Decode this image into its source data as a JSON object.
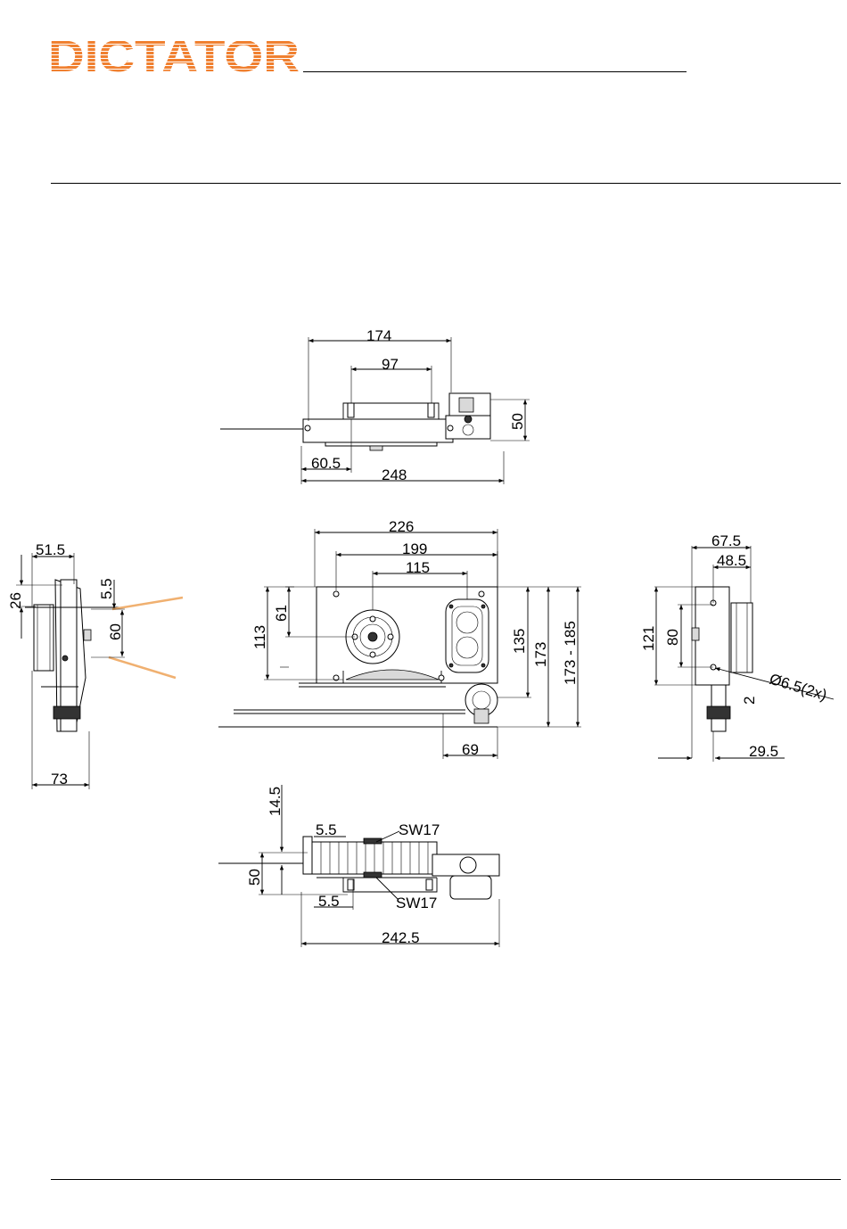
{
  "brand": {
    "logo_text": "DICTATOR",
    "logo_color": "#f08030"
  },
  "colors": {
    "line": "#000000",
    "accent_line": "#f0b070"
  },
  "dims": {
    "top_view": {
      "d174": "174",
      "d97": "97",
      "d50": "50",
      "d60_5": "60.5",
      "d248": "248"
    },
    "front_view": {
      "d226": "226",
      "d199": "199",
      "d115": "115",
      "d113": "113",
      "d61": "61",
      "d135": "135",
      "d173": "173",
      "d173_185": "173 - 185",
      "d69": "69"
    },
    "left_view": {
      "d51_5": "51.5",
      "d26": "26",
      "d5_5": "5.5",
      "d60": "60",
      "d73": "73"
    },
    "right_view": {
      "d67_5": "67.5",
      "d48_5": "48.5",
      "d121": "121",
      "d80": "80",
      "d6_5": "Ø6.5(2x)",
      "d2": "2",
      "d29_5": "29.5"
    },
    "bottom_view": {
      "d14_5": "14.5",
      "d5_5_top": "5.5",
      "sw17_top": "SW17",
      "d50": "50",
      "d5_5_bottom": "5.5",
      "sw17_bottom": "SW17",
      "d242_5": "242.5"
    }
  }
}
